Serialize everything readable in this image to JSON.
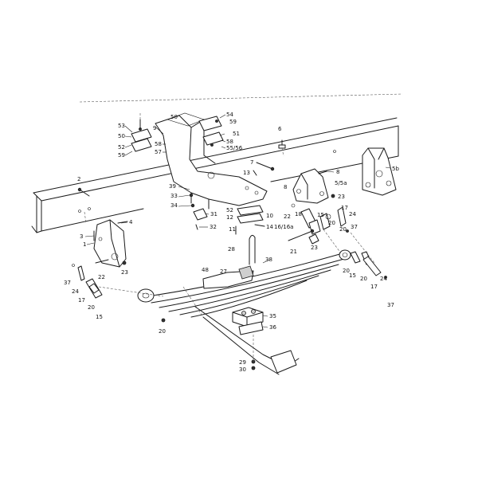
{
  "labels": [
    {
      "id": "n53",
      "text": "53"
    },
    {
      "id": "n50a",
      "text": "50"
    },
    {
      "id": "n52a",
      "text": "52"
    },
    {
      "id": "n59a",
      "text": "59"
    },
    {
      "id": "n50b",
      "text": "50"
    },
    {
      "id": "n9",
      "text": "9"
    },
    {
      "id": "n58a",
      "text": "58"
    },
    {
      "id": "n57",
      "text": "57"
    },
    {
      "id": "n54",
      "text": "54"
    },
    {
      "id": "n59b",
      "text": "59"
    },
    {
      "id": "n51",
      "text": "51"
    },
    {
      "id": "n58b",
      "text": "58"
    },
    {
      "id": "n5556",
      "text": "55/56"
    },
    {
      "id": "n6",
      "text": "6"
    },
    {
      "id": "n5b",
      "text": "5b"
    },
    {
      "id": "n7",
      "text": "7"
    },
    {
      "id": "n8",
      "text": "8"
    },
    {
      "id": "n13",
      "text": "13"
    },
    {
      "id": "n55a",
      "text": "5/5a"
    },
    {
      "id": "n2",
      "text": "2"
    },
    {
      "id": "n39",
      "text": "39"
    },
    {
      "id": "n8b",
      "text": "8"
    },
    {
      "id": "n23a",
      "text": "23"
    },
    {
      "id": "n33",
      "text": "33"
    },
    {
      "id": "n34",
      "text": "34"
    },
    {
      "id": "n31",
      "text": "31"
    },
    {
      "id": "n52b",
      "text": "52"
    },
    {
      "id": "n12",
      "text": "12"
    },
    {
      "id": "n10",
      "text": "10"
    },
    {
      "id": "n22a",
      "text": "22"
    },
    {
      "id": "n18",
      "text": "18"
    },
    {
      "id": "n15a",
      "text": "15"
    },
    {
      "id": "n20a",
      "text": "20"
    },
    {
      "id": "n17a",
      "text": "17"
    },
    {
      "id": "n24a",
      "text": "24"
    },
    {
      "id": "n4",
      "text": "4"
    },
    {
      "id": "n32",
      "text": "32"
    },
    {
      "id": "n11",
      "text": "11"
    },
    {
      "id": "n14",
      "text": "14"
    },
    {
      "id": "n1616a",
      "text": "16/16a"
    },
    {
      "id": "n20b",
      "text": "20"
    },
    {
      "id": "n37a",
      "text": "37"
    },
    {
      "id": "n3",
      "text": "3"
    },
    {
      "id": "n1",
      "text": "1"
    },
    {
      "id": "n21",
      "text": "21"
    },
    {
      "id": "n23b",
      "text": "23"
    },
    {
      "id": "n28",
      "text": "28"
    },
    {
      "id": "n38",
      "text": "38"
    },
    {
      "id": "n23c",
      "text": "23"
    },
    {
      "id": "n22b",
      "text": "22"
    },
    {
      "id": "n48",
      "text": "48"
    },
    {
      "id": "n27",
      "text": "27"
    },
    {
      "id": "n20c",
      "text": "20"
    },
    {
      "id": "n15b",
      "text": "15"
    },
    {
      "id": "n20d",
      "text": "20"
    },
    {
      "id": "n17b",
      "text": "17"
    },
    {
      "id": "n24b",
      "text": "24"
    },
    {
      "id": "n37b",
      "text": "37"
    },
    {
      "id": "n37c",
      "text": "37"
    },
    {
      "id": "n24c",
      "text": "24"
    },
    {
      "id": "n17c",
      "text": "17"
    },
    {
      "id": "n20e",
      "text": "20"
    },
    {
      "id": "n15c",
      "text": "15"
    },
    {
      "id": "n35",
      "text": "35"
    },
    {
      "id": "n36",
      "text": "36"
    },
    {
      "id": "n20f",
      "text": "20"
    },
    {
      "id": "n29",
      "text": "29"
    },
    {
      "id": "n30",
      "text": "30"
    }
  ]
}
